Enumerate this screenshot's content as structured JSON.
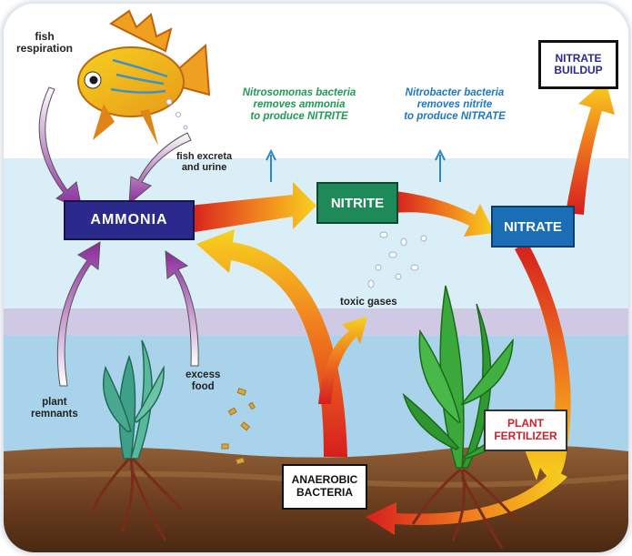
{
  "labels": {
    "fish_respiration": [
      "fish",
      "respiration"
    ],
    "fish_excreta": [
      "fish excreta",
      "and urine"
    ],
    "nitrosomonas": [
      "Nitrosomonas bacteria",
      "removes ammonia",
      "to produce NITRITE"
    ],
    "nitrobacter": [
      "Nitrobacter bacteria",
      "removes nitrite",
      "to produce NITRATE"
    ],
    "toxic_gases": "toxic gases",
    "excess_food": [
      "excess",
      "food"
    ],
    "plant_remnants": [
      "plant",
      "remnants"
    ]
  },
  "boxes": {
    "ammonia": "AMMONIA",
    "nitrite": "NITRITE",
    "nitrate": "NITRATE",
    "nitrate_buildup": [
      "NITRATE",
      "BUILDUP"
    ],
    "plant_fertilizer": [
      "PLANT",
      "FERTILIZER"
    ],
    "anaerobic_bacteria": [
      "ANAEROBIC",
      "BACTERIA"
    ]
  },
  "colors": {
    "sky": "#ffffff",
    "upper_water": "#d9eef7",
    "mid_band": "#cfc9e4",
    "deep_water": "#a9d3ea",
    "ground": "#8b5a32",
    "ammonia_box": "#2b2a8c",
    "nitrite_box": "#1e8a5a",
    "nitrate_box": "#1b6db5",
    "green_text": "#1f9a55",
    "blue_text": "#1d78c1",
    "red_text": "#d0202a"
  }
}
